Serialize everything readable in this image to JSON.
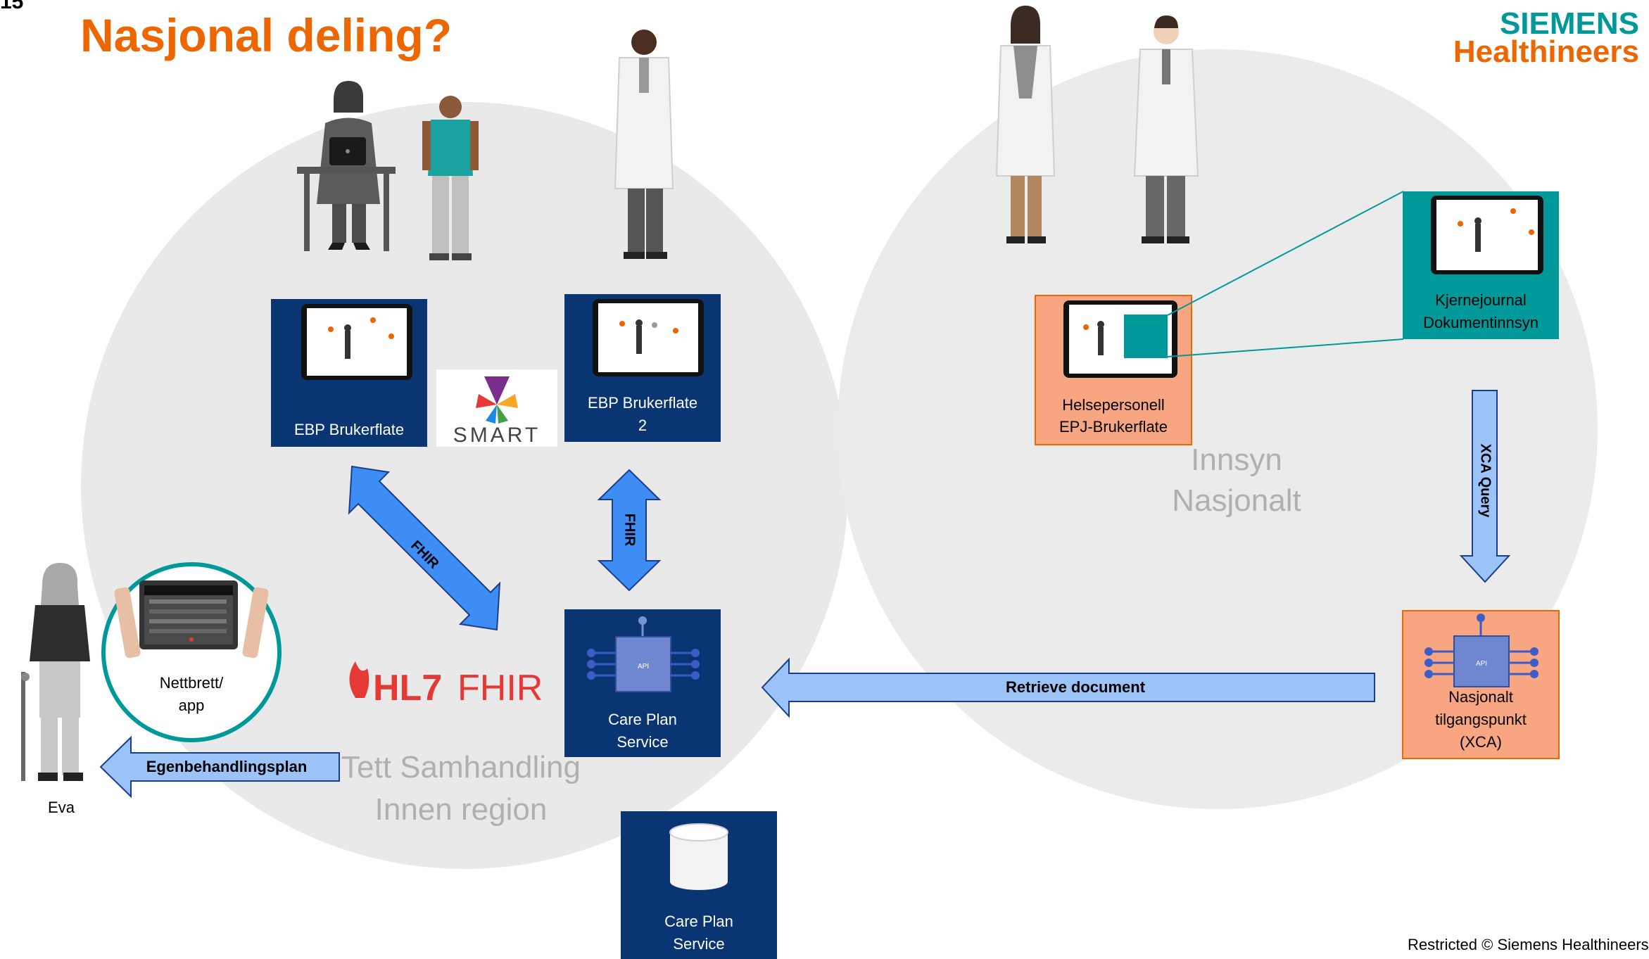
{
  "slide": {
    "number": "15",
    "title": "Nasjonal deling?",
    "footer": "Restricted © Siemens Healthineers"
  },
  "logo": {
    "line1": "SIEMENS",
    "line2": "Healthineers"
  },
  "colors": {
    "orange": "#ec6602",
    "navy": "#0a3573",
    "teal": "#009999",
    "arrowBlue": "#3d8df5",
    "lightArrow": "#9cc3f7",
    "salmon": "#f8a582",
    "circle": "#e9e9e9"
  },
  "regions": {
    "left_label": [
      "Tett Samhandling",
      "Innen region"
    ],
    "right_label": [
      "Innsyn",
      "Nasjonalt"
    ]
  },
  "nodes": {
    "ebp1": [
      "EBP Brukerflate"
    ],
    "ebp2": [
      "EBP Brukerflate",
      "2"
    ],
    "smart": "SMART",
    "hl7": "HL7",
    "fhir_logo": "FHIR",
    "careplan": [
      "Care Plan",
      "Service"
    ],
    "careplan_db": [
      "Care Plan",
      "Service"
    ],
    "helse": [
      "Helsepersonell",
      "EPJ-Brukerflate"
    ],
    "kjerne": [
      "Kjernejournal",
      "Dokumentinnsyn"
    ],
    "nasjonalt": [
      "Nasjonalt",
      "tilgangspunkt",
      "(XCA)"
    ],
    "api": "API",
    "tablet": [
      "Nettbrett/",
      "app"
    ],
    "patient": "Eva"
  },
  "arrows": {
    "fhir_diagonal": "FHIR",
    "fhir_vertical": "FHIR",
    "xca_query": "XCA Query",
    "retrieve": "Retrieve document",
    "egen": "Egenbehandlingsplan"
  }
}
